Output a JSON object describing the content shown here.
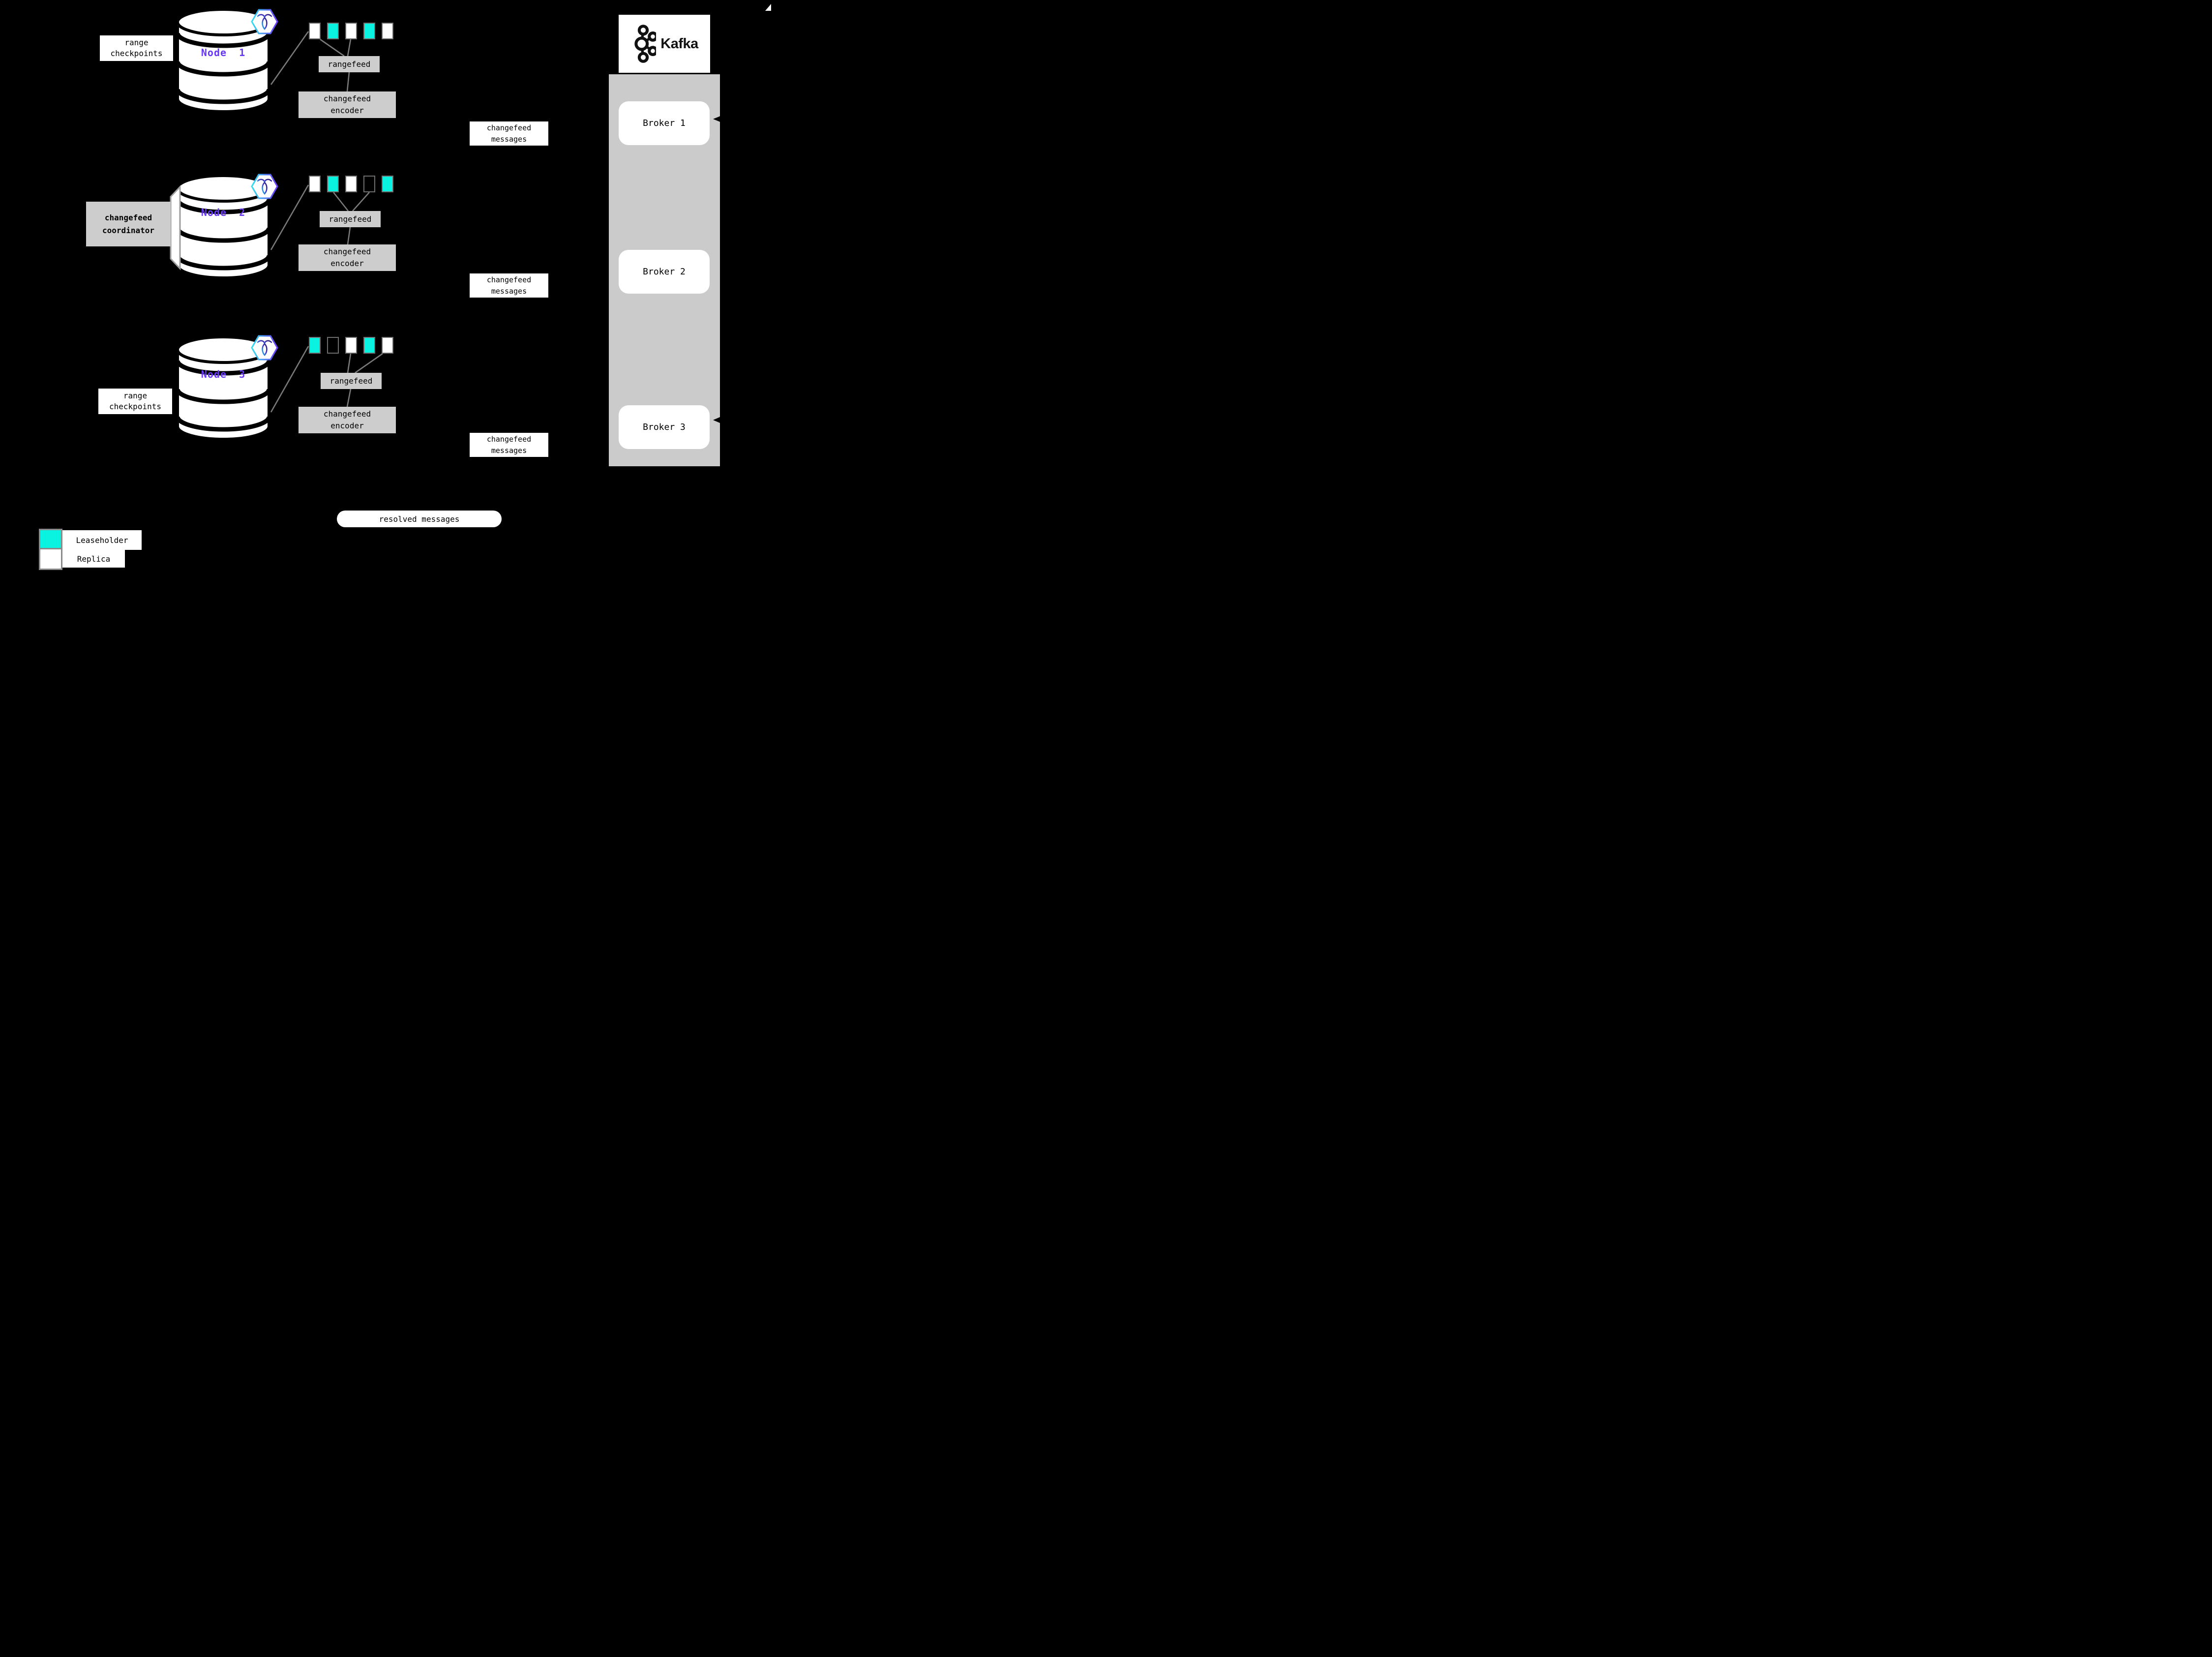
{
  "palette": {
    "background": "#000000",
    "leaseholder_cyan": "#0AF2E0",
    "node_purple": "#6938F2",
    "box_gray": "#CDCDCD",
    "kafka_container_gray": "#CBCBCB",
    "line_gray": "#7A7A7A",
    "square_border_gray": "#6E6E6E"
  },
  "nodes": [
    {
      "label": "Node 1",
      "checkpoint_line1": "range",
      "checkpoint_line2": "checkpoints",
      "squares": [
        "replica",
        "leaseholder",
        "replica",
        "leaseholder",
        "replica"
      ],
      "rangefeed_label": "rangefeed",
      "encoder_line1": "changefeed",
      "encoder_line2": "encoder",
      "messages_line1": "changefeed",
      "messages_line2": "messages"
    },
    {
      "label": "Node 2",
      "coordinator_line1": "changefeed",
      "coordinator_line2": "coordinator",
      "squares": [
        "replica",
        "leaseholder",
        "replica",
        "empty",
        "leaseholder"
      ],
      "rangefeed_label": "rangefeed",
      "encoder_line1": "changefeed",
      "encoder_line2": "encoder",
      "messages_line1": "changefeed",
      "messages_line2": "messages"
    },
    {
      "label": "Node 3",
      "checkpoint_line1": "range",
      "checkpoint_line2": "checkpoints",
      "squares": [
        "leaseholder",
        "empty",
        "replica",
        "leaseholder",
        "replica"
      ],
      "rangefeed_label": "rangefeed",
      "encoder_line1": "changefeed",
      "encoder_line2": "encoder",
      "messages_line1": "changefeed",
      "messages_line2": "messages"
    }
  ],
  "kafka": {
    "wordmark": "Kafka",
    "brokers": [
      {
        "label": "Broker 1"
      },
      {
        "label": "Broker 2"
      },
      {
        "label": "Broker 3"
      }
    ]
  },
  "resolved_messages_label": "resolved messages",
  "legend": [
    {
      "swatch": "leaseholder",
      "label": "Leaseholder"
    },
    {
      "swatch": "replica",
      "label": "Replica"
    }
  ]
}
